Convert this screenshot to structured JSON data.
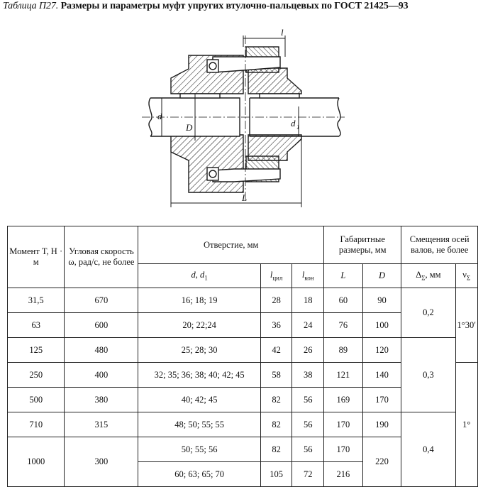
{
  "title": {
    "label": "Таблица П27.",
    "text": "Размеры и параметры муфт упругих втулочно-пальцевых по ГОСТ 21425—93"
  },
  "drawing": {
    "labels": {
      "l": "l",
      "d": "d",
      "D": "D",
      "d1": "d",
      "d1_sub": "1",
      "L": "L"
    }
  },
  "table": {
    "headers": {
      "moment": "Момент T, Н · м",
      "speed": "Угловая скорость ω, рад/с, не более",
      "bore": "Отверстие, мм",
      "overall": "Габаритные размеры, мм",
      "offsets": "Смещения осей валов, не более",
      "d_d1": "d, d",
      "d_d1_sub": "1",
      "l_cyl": "l",
      "l_cyl_sub": "цил",
      "l_con": "l",
      "l_con_sub": "кон",
      "L": "L",
      "D": "D",
      "delta": "Δ",
      "delta_sub": "Σ",
      "delta_unit": ", мм",
      "nu": "ν",
      "nu_sub": "Σ"
    },
    "rows": [
      {
        "T": "31,5",
        "w": "670",
        "d": "16; 18; 19",
        "lc": "28",
        "lk": "18",
        "L": "60",
        "D": "90"
      },
      {
        "T": "63",
        "w": "600",
        "d": "20; 22;24",
        "lc": "36",
        "lk": "24",
        "L": "76",
        "D": "100"
      },
      {
        "T": "125",
        "w": "480",
        "d": "25; 28; 30",
        "lc": "42",
        "lk": "26",
        "L": "89",
        "D": "120"
      },
      {
        "T": "250",
        "w": "400",
        "d": "32; 35; 36; 38; 40; 42; 45",
        "lc": "58",
        "lk": "38",
        "L": "121",
        "D": "140"
      },
      {
        "T": "500",
        "w": "380",
        "d": "40; 42; 45",
        "lc": "82",
        "lk": "56",
        "L": "169",
        "D": "170"
      },
      {
        "T": "710",
        "w": "315",
        "d": "48; 50; 55; 55",
        "lc": "82",
        "lk": "56",
        "L": "170",
        "D": "190"
      },
      {
        "T": "1000",
        "w": "300",
        "d": "50; 55; 56",
        "lc": "82",
        "lk": "56",
        "L": "170",
        "D": "220"
      },
      {
        "d": "60; 63; 65; 70",
        "lc": "105",
        "lk": "72",
        "L": "216"
      }
    ],
    "delta_groups": [
      "0,2",
      "0,3",
      "0,4"
    ],
    "nu_groups": [
      "1°30′",
      "1°"
    ]
  }
}
